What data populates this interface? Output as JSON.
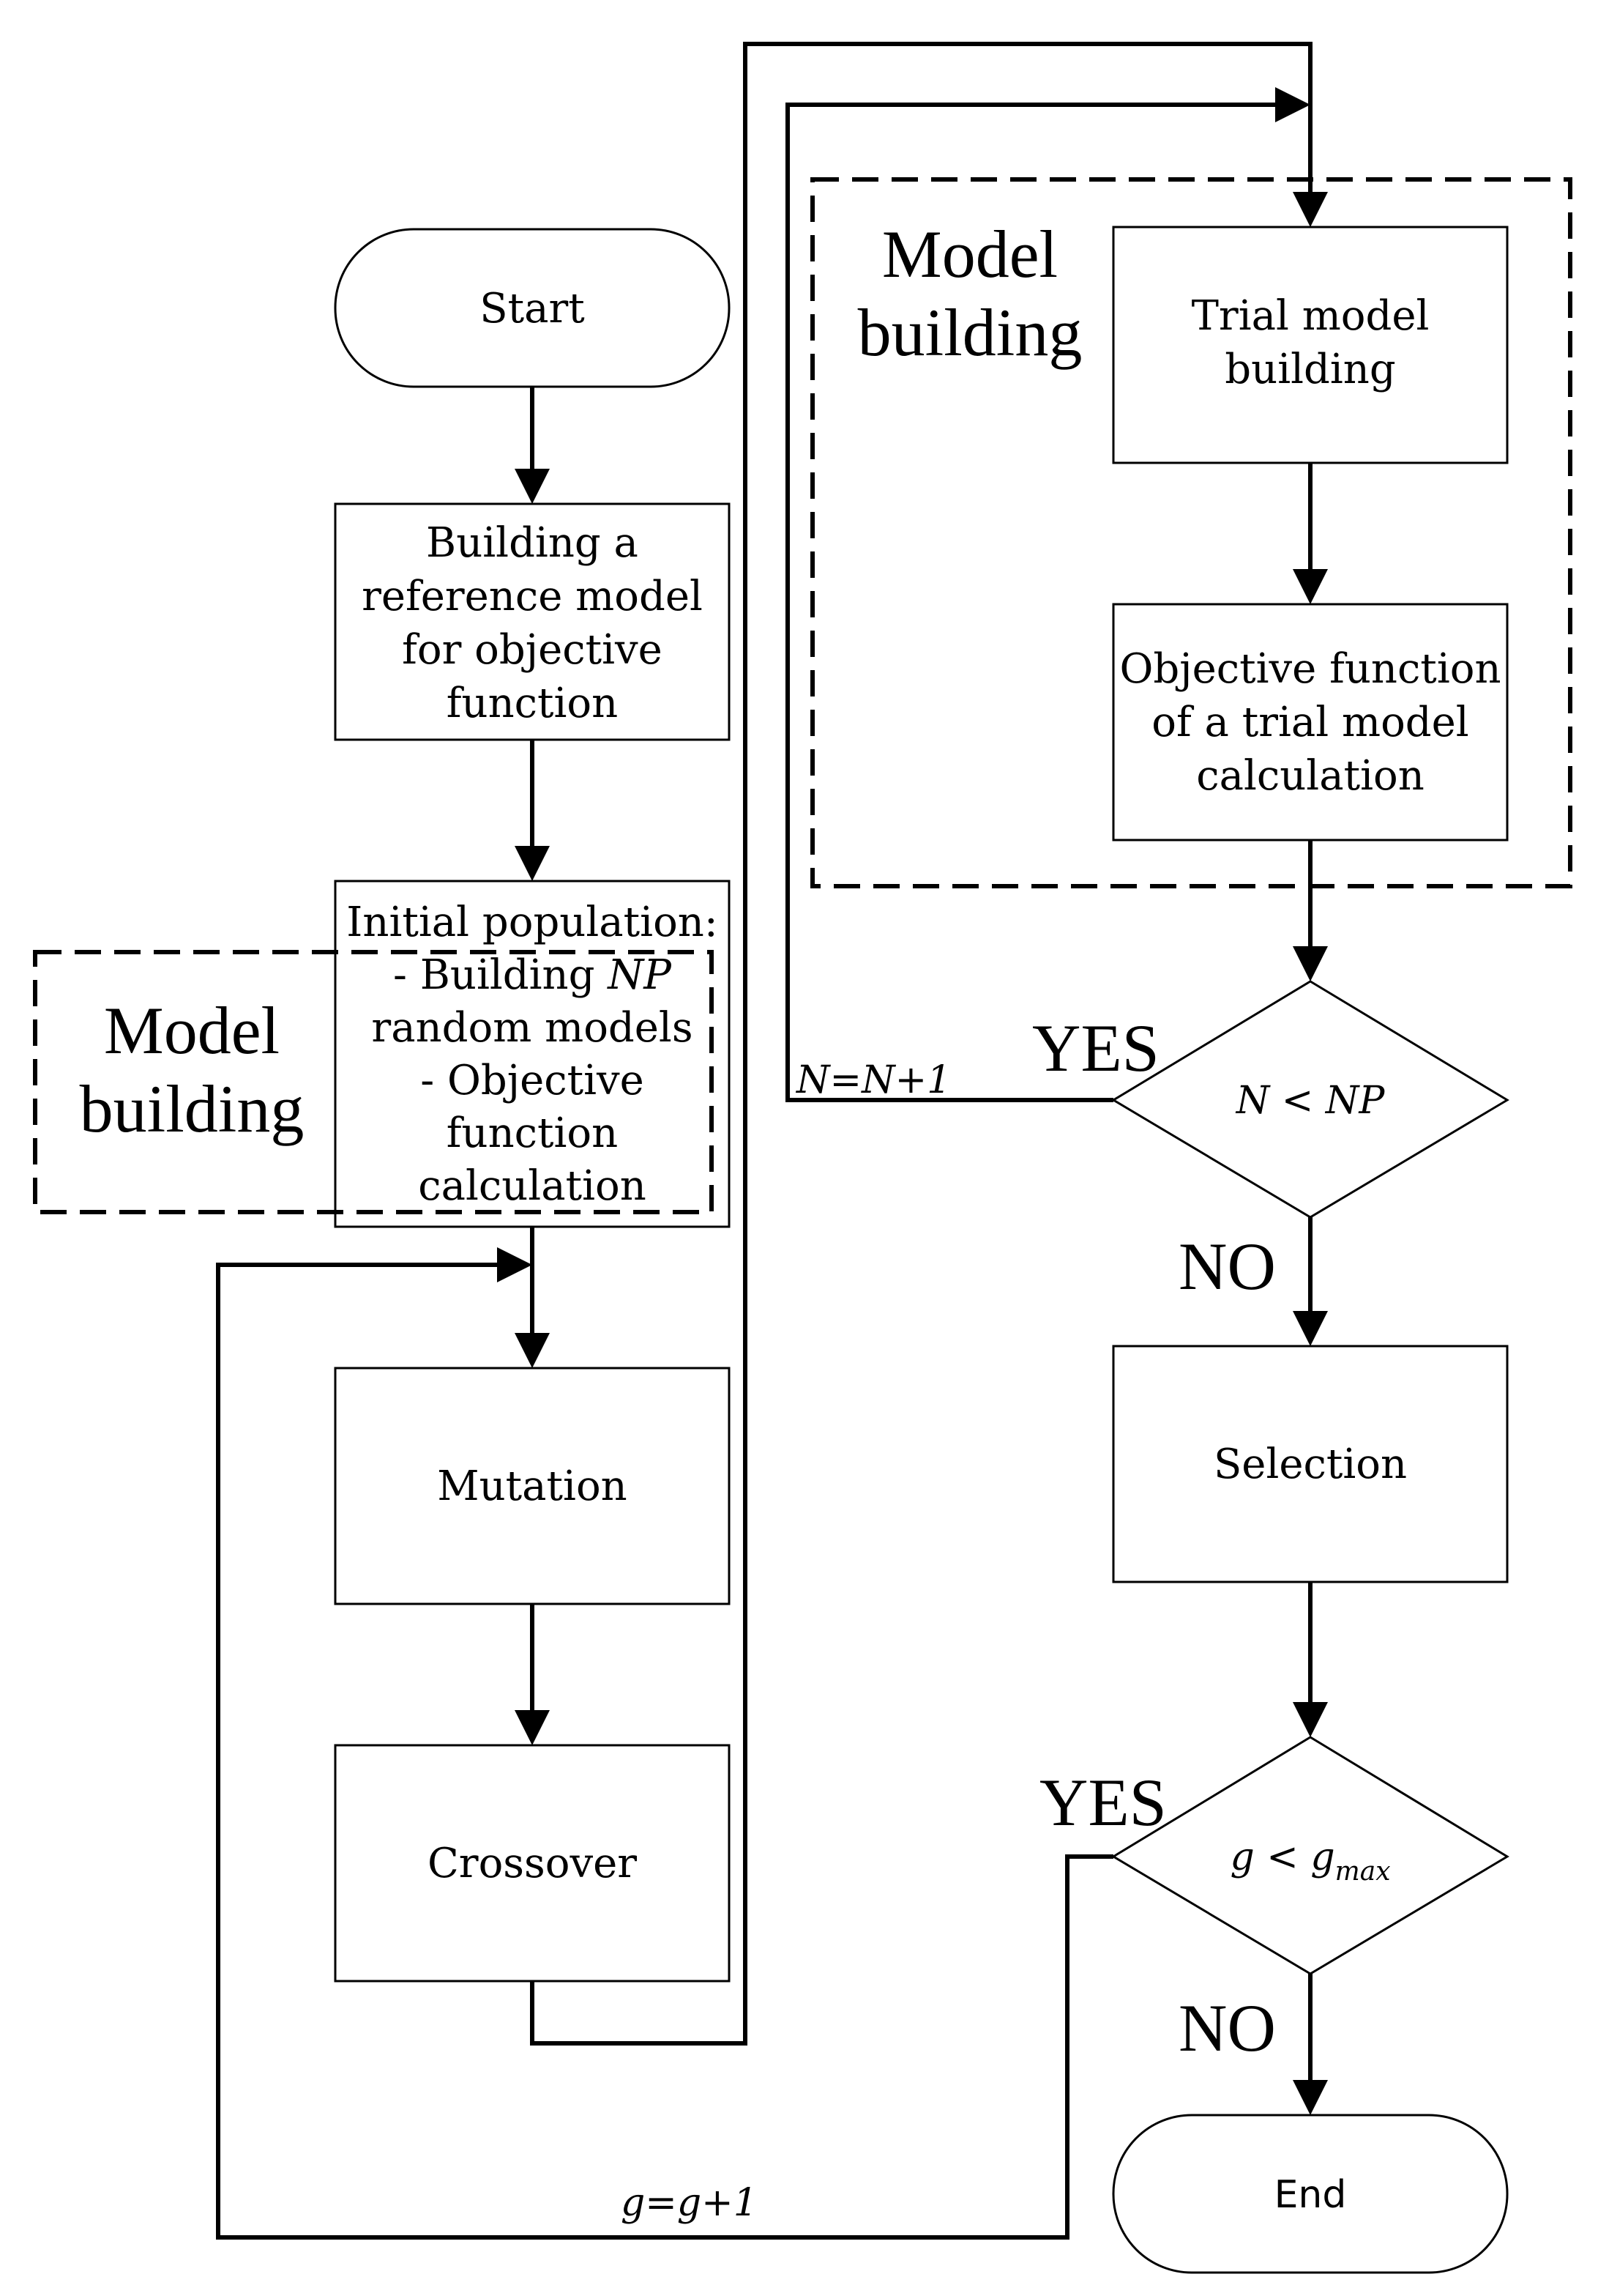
{
  "nodes": {
    "start": "Start",
    "reference_model": [
      "Building a",
      "reference model",
      "for objective",
      "function"
    ],
    "initial_population": {
      "line1": "Initial population:",
      "line2_prefix": "- Building ",
      "line2_var": "NP",
      "line3": "random models",
      "line4": "- Objective",
      "line5": "function",
      "line6": "calculation"
    },
    "mutation": "Mutation",
    "crossover": "Crossover",
    "trial_model": [
      "Trial model",
      "building"
    ],
    "objective_trial": [
      "Objective function",
      "of a trial model",
      "calculation"
    ],
    "condition_np": "N < NP",
    "selection": "Selection",
    "condition_g": {
      "var": "g < g",
      "sub": "max"
    },
    "end": "End"
  },
  "groups": {
    "left_label": [
      "Model",
      "building"
    ],
    "right_label": [
      "Model",
      "building"
    ]
  },
  "edge_labels": {
    "yes_top": "YES",
    "no_top": "NO",
    "yes_bottom": "YES",
    "no_bottom": "NO",
    "n_increment": "N=N+1",
    "g_increment": "g=g+1"
  }
}
